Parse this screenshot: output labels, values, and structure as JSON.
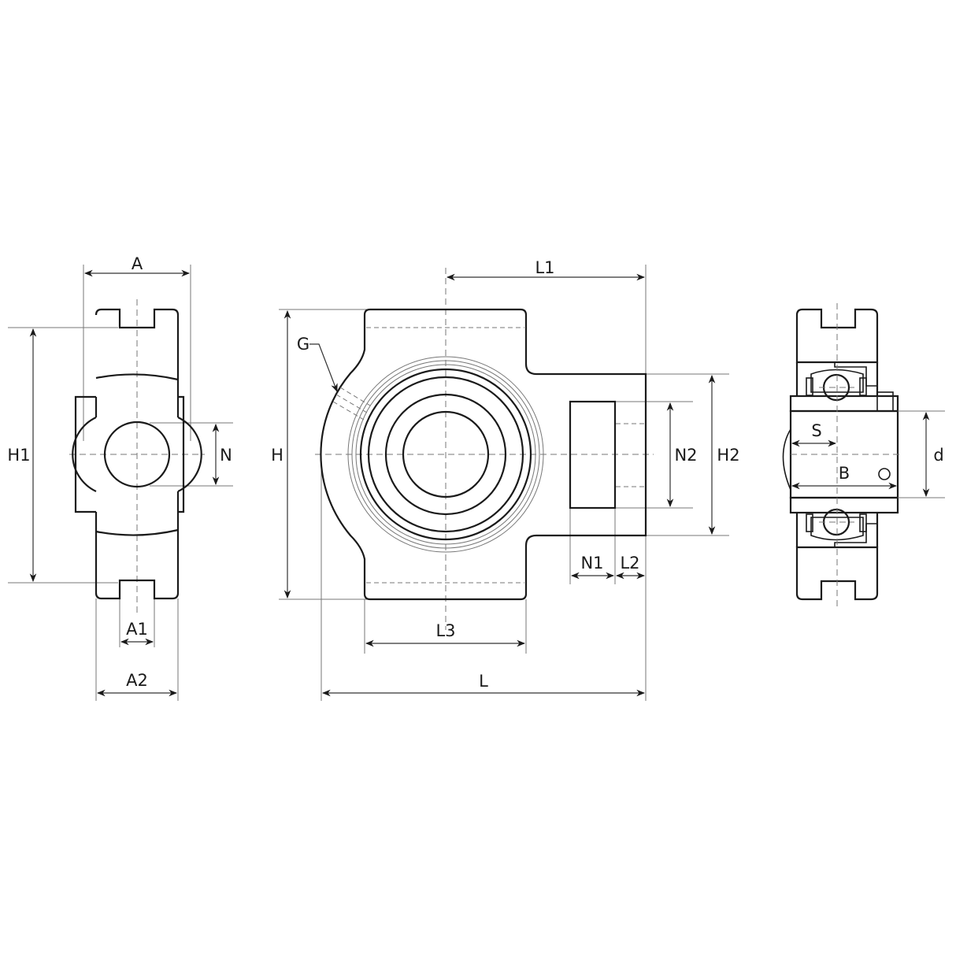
{
  "figure": {
    "title": "Take-up bearing unit dimension drawing",
    "views": [
      "side-view",
      "front-view",
      "section-view"
    ],
    "colors": {
      "line": "#1a1a1a",
      "thin_line": "#777777",
      "background": "#ffffff"
    }
  },
  "labels": {
    "side_view": {
      "A": "A",
      "A1": "A1",
      "A2": "A2",
      "H1": "H1",
      "N": "N"
    },
    "front_view": {
      "L1": "L1",
      "G": "G",
      "H": "H",
      "N2": "N2",
      "H2": "H2",
      "N1": "N1",
      "L2": "L2",
      "L3": "L3",
      "L": "L"
    },
    "section_view": {
      "S": "S",
      "B": "B",
      "d": "d"
    }
  }
}
